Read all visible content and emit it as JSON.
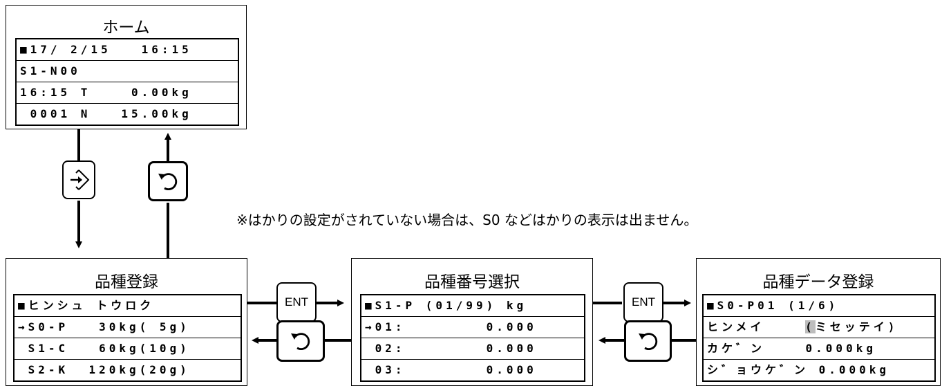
{
  "home": {
    "title": "ホーム",
    "lines": [
      "■17/ 2/15   16:15",
      "S1-N00",
      "16:15 T    0.00kg",
      " 0001 N   15.00kg"
    ]
  },
  "variety_register": {
    "title": "品種登録",
    "lines": [
      "■ヒンシュ トウロク",
      "→S0-P   30kg( 5g)",
      " S1-C   60kg(10g)",
      " S2-K  120kg(20g)"
    ]
  },
  "variety_number_select": {
    "title": "品種番号選択",
    "lines": [
      "■S1-P (01/99) kg",
      "→01:        0.000",
      " 02:        0.000",
      " 03:        0.000"
    ]
  },
  "variety_data_register": {
    "title": "品種データ登録",
    "lines": [
      "■S0-P01 (1/6)",
      "ヒンメイ    ",
      "カケ゛ン    0.000kg",
      "シ゛ョウケ゛ン 0.000kg"
    ],
    "line2_highlight": "(",
    "line2_rest": "ミセッテイ)"
  },
  "buttons": {
    "enter_icon": "enter-icon",
    "back_icon": "return-icon",
    "ent_label": "ENT"
  },
  "note": "※はかりの設定がされていない場合は、S0 などはかりの表示は出ません。"
}
